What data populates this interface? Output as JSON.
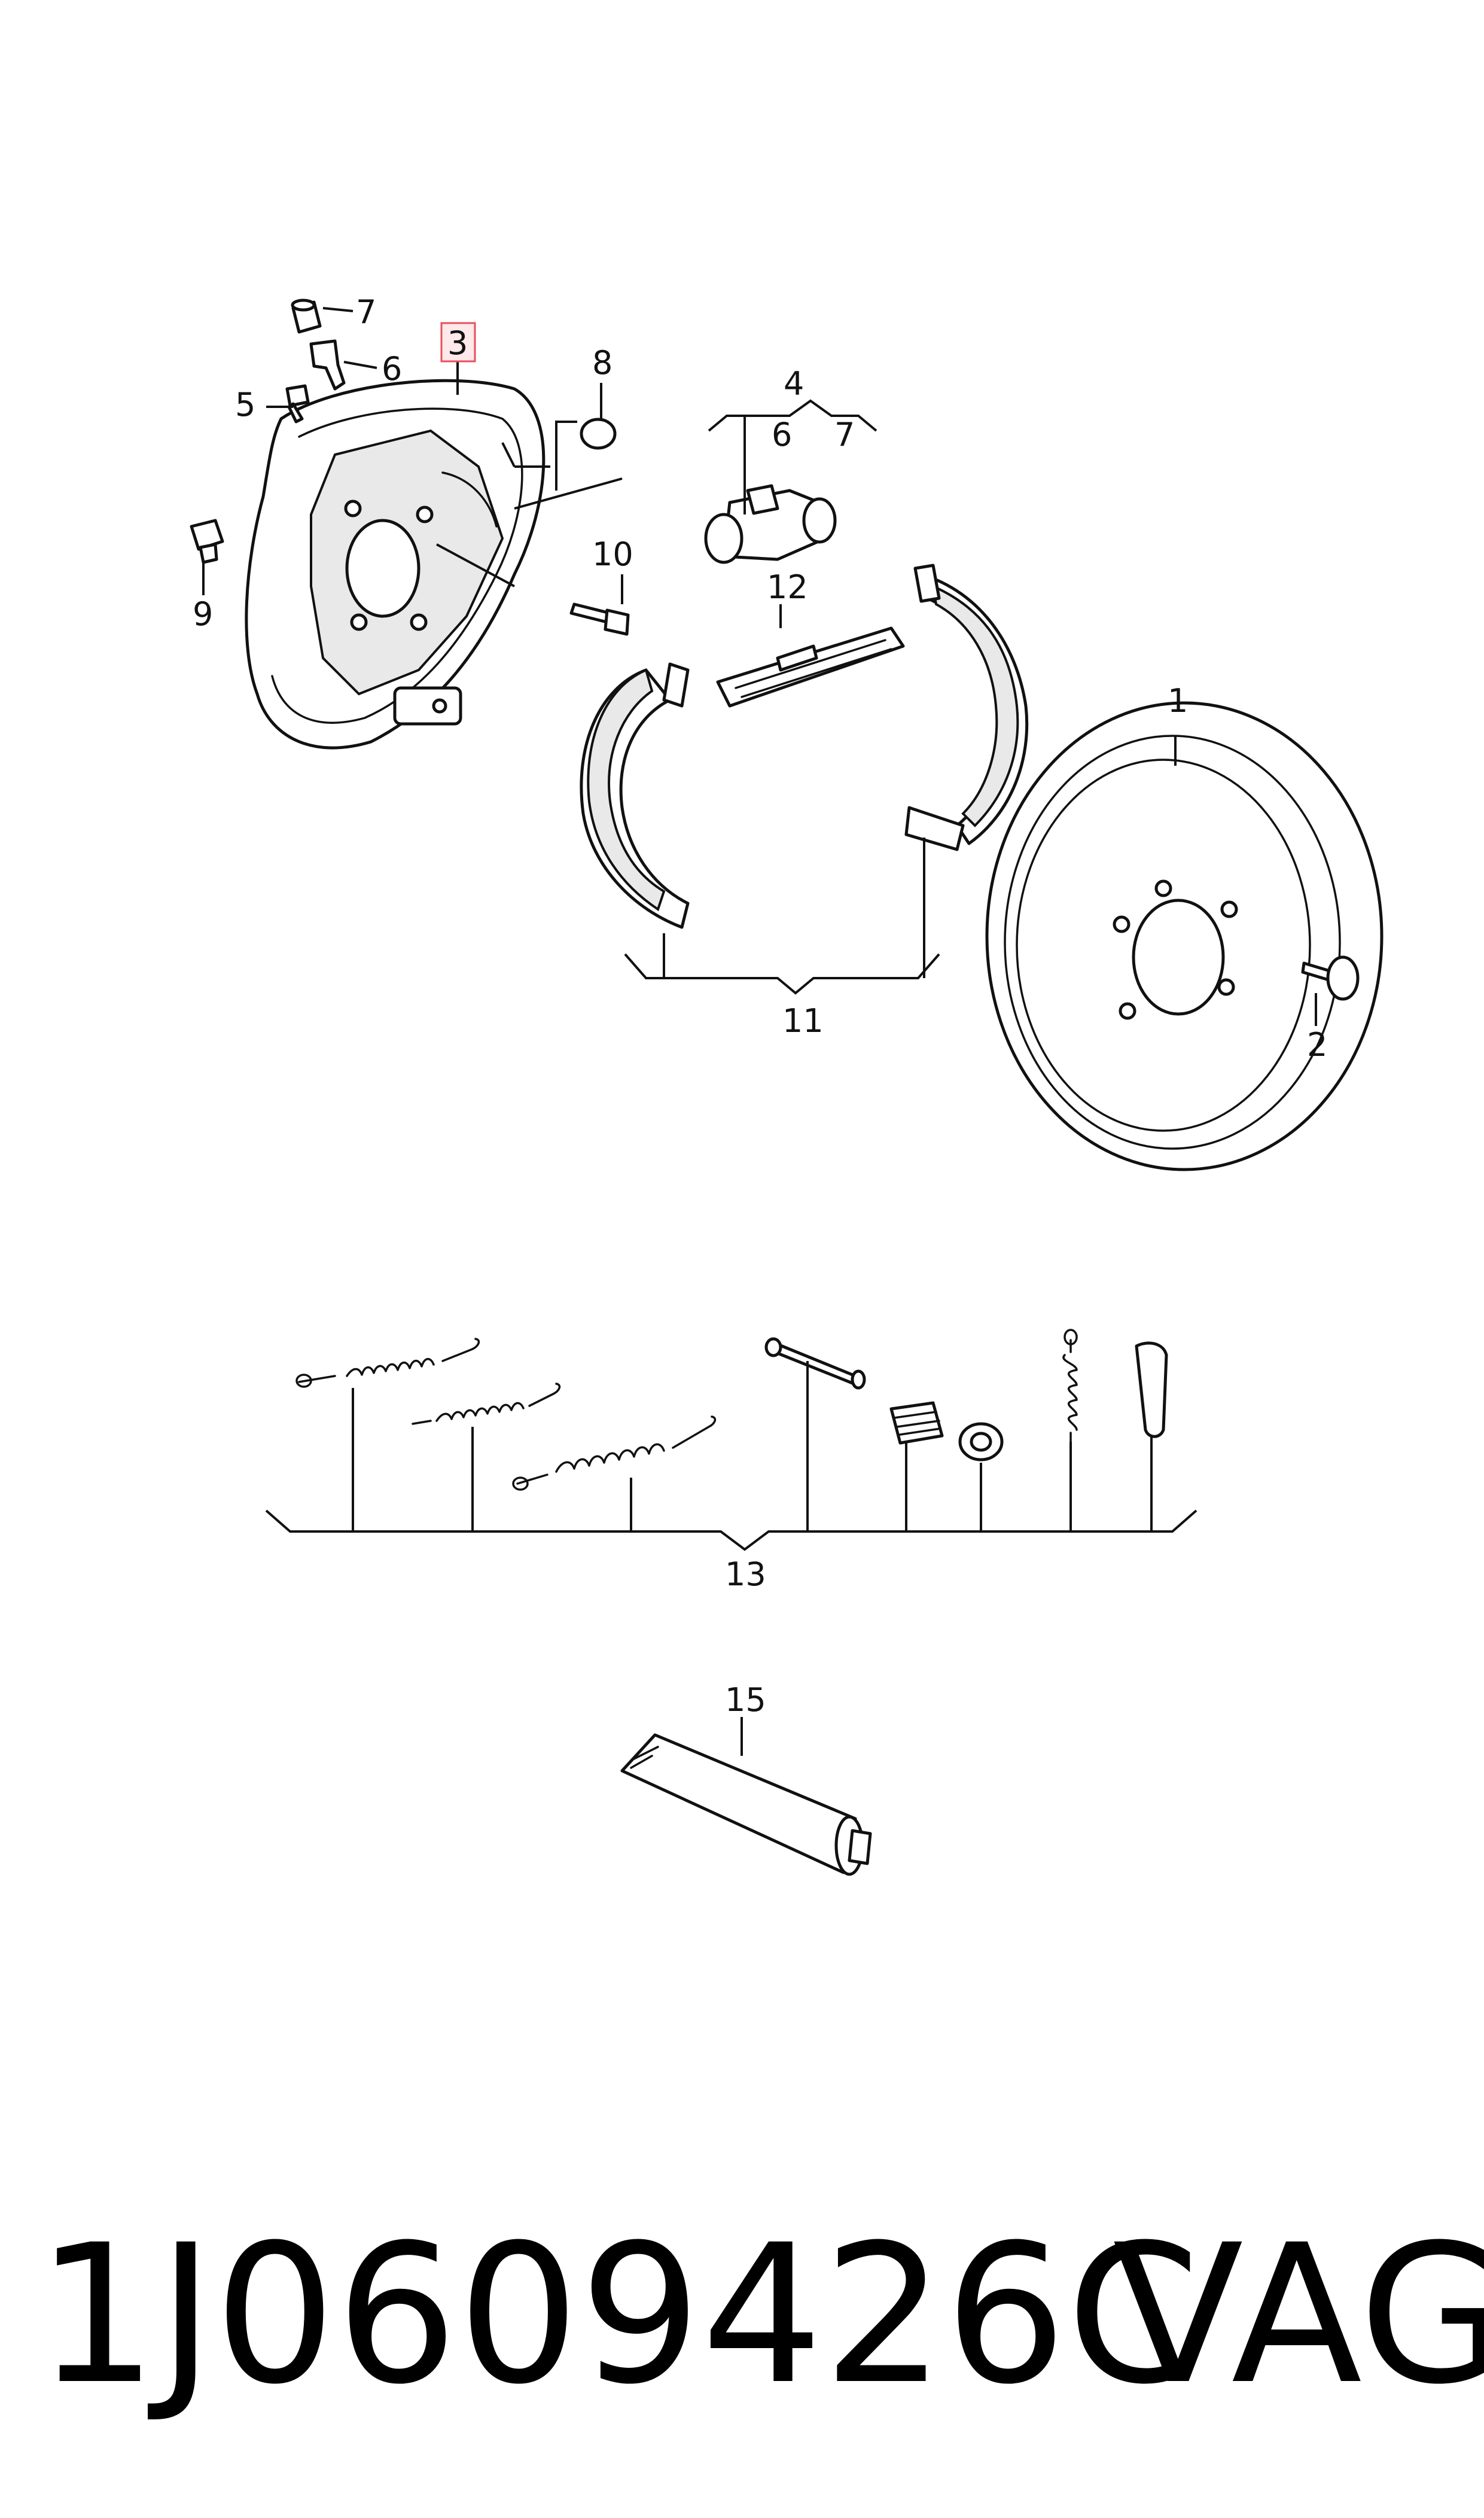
{
  "callouts": {
    "c1": "1",
    "c2": "2",
    "c3": "3",
    "c4": "4",
    "c5": "5",
    "c6a": "6",
    "c6b": "6",
    "c7a": "7",
    "c7b": "7",
    "c8": "8",
    "c9": "9",
    "c10": "10",
    "c11": "11",
    "c12": "12",
    "c13": "13",
    "c15": "15"
  },
  "highlight_color": "#e8505b",
  "footer": {
    "part_number": "1J0609426C",
    "brand": "VAG"
  }
}
